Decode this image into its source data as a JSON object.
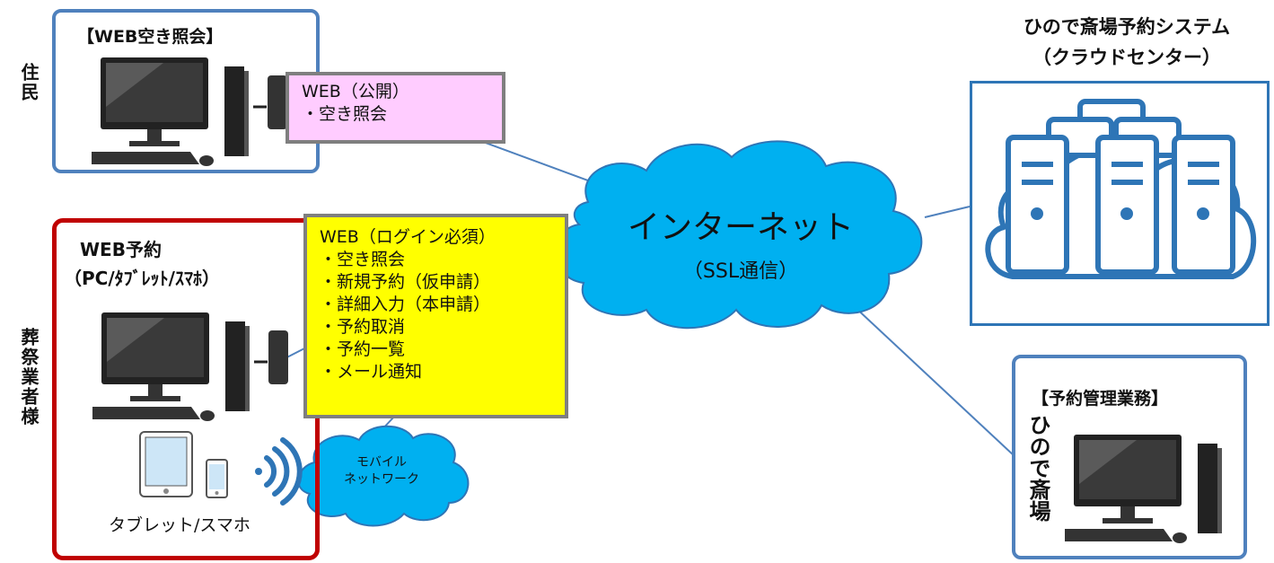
{
  "residents": {
    "side_label": "住民",
    "box_title": "【WEB空き照会】",
    "note_lines": [
      "WEB（公開）",
      "・空き照会"
    ]
  },
  "funeral": {
    "side_label": "葬祭業者様",
    "box_title_1": "WEB予約",
    "box_title_2": "（PC/ﾀﾌﾞﾚｯﾄ/ｽﾏﾎ）",
    "note_lines": [
      "WEB（ログイン必須）",
      "・空き照会",
      "・新規予約（仮申請）",
      "・詳細入力（本申請）",
      "・予約取消",
      "・予約一覧",
      "・メール通知"
    ],
    "tablet_label": "タブレット/スマホ",
    "mobile_cloud_lines": [
      "モバイル",
      "ネットワーク"
    ]
  },
  "internet": {
    "title": "インターネット",
    "subtitle": "（SSL通信）"
  },
  "system": {
    "title_1": "ひので斎場予約システム",
    "title_2": "（クラウドセンター）"
  },
  "management": {
    "box_title": "【予約管理業務】",
    "side_label": "ひので斎場"
  },
  "colors": {
    "blue_border": "#4f81bd",
    "red_border": "#c00000",
    "pink_note": "#ffccff",
    "yellow_note": "#ffff00",
    "cloud": "#00b0f0",
    "server_line": "#2e75b6"
  }
}
